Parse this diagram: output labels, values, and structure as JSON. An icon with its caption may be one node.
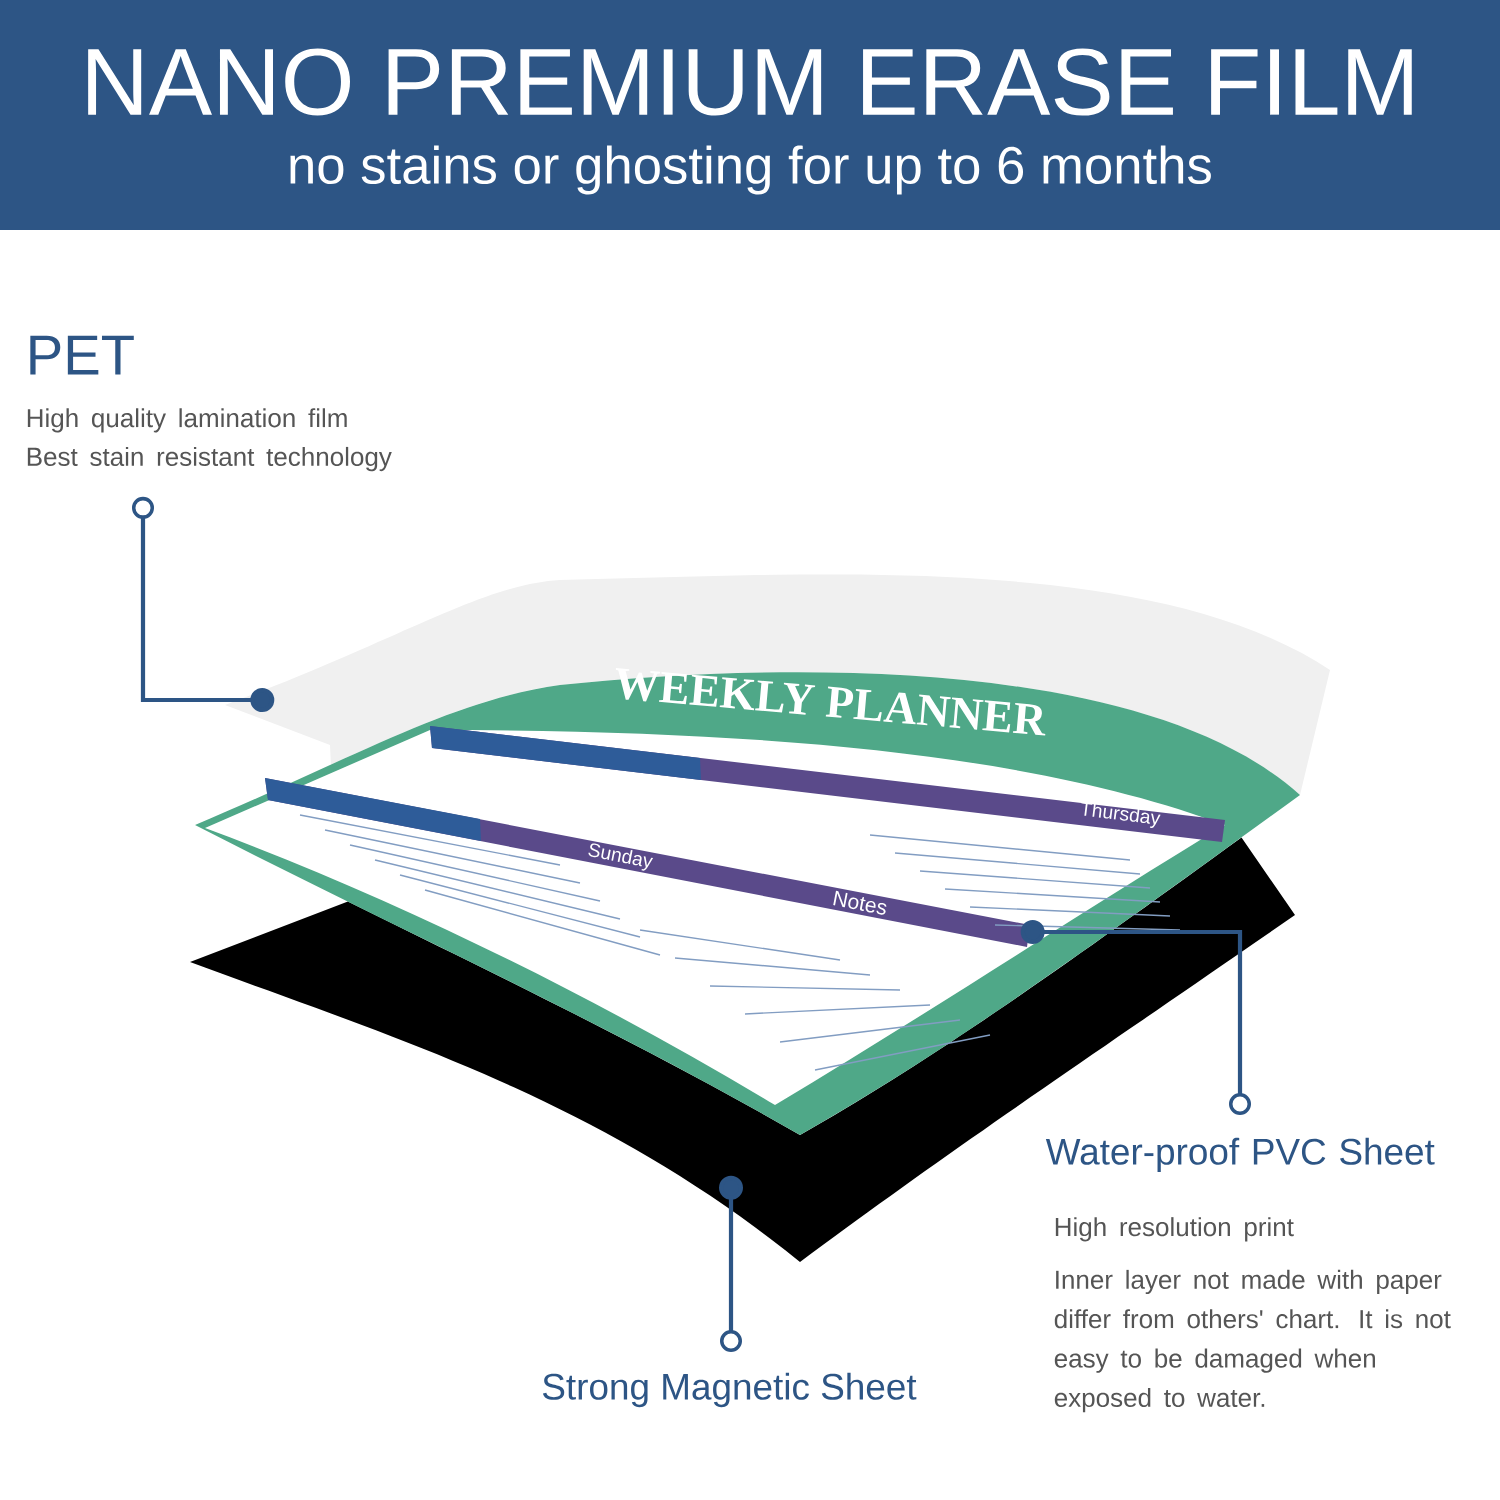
{
  "diagram": {
    "title": "NANO PREMIUM ERASE FILM",
    "nodes": [
      {
        "text": [
          "PET",
          "High quality lamination film Best stain resistant technology"
        ]
      },
      {
        "text": [],
        "shape": "picture"
      },
      {
        "text": [],
        "shape": "picture"
      },
      {
        "text": [],
        "shape": "picture"
      },
      {
        "text": [
          "Water-proof PVC Sheet",
          "High resolution print",
          "Inner layer not made with paper differ from others' chart. It is not easy to be damaged when exposed to water."
        ]
      },
      {
        "text": [
          "Strong Magnetic Sheet"
        ]
      }
    ],
    "edges": [
      {
        "from": 0,
        "to": 1,
        "arrow": "other"
      },
      {
        "from": 4,
        "to": 2,
        "arrow": "other"
      },
      {
        "from": 5,
        "to": 3,
        "arrow": "other"
      }
    ],
    "labels": [
      "no stains or ghosting for up to 6 months",
      "WEEKLY PLANNER",
      "Thursday",
      "Sunday",
      "Notes"
    ]
  }
}
